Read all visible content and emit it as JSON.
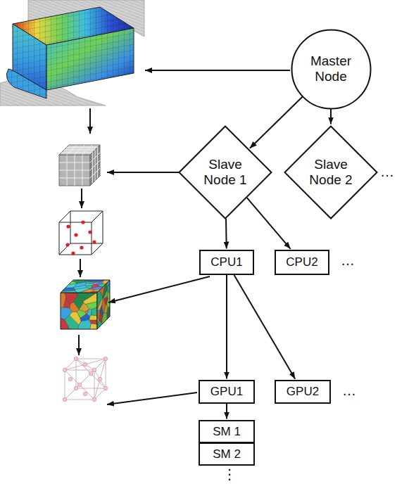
{
  "diagram": {
    "nodes": [
      {
        "text": [
          "Master Node"
        ]
      },
      {
        "text": [
          "Slave Node 1"
        ]
      },
      {
        "text": [
          "Slave Node 2"
        ]
      },
      {
        "text": [
          "CPU1"
        ]
      },
      {
        "text": [
          "CPU2"
        ]
      },
      {
        "text": [
          "GPU1"
        ]
      },
      {
        "text": [
          "GPU2"
        ]
      },
      {
        "text": [
          "SM 1"
        ]
      },
      {
        "text": [
          "SM 2"
        ]
      }
    ],
    "edges": [
      {
        "from": 0,
        "to": 1,
        "arrow": "to"
      },
      {
        "from": 0,
        "to": 2,
        "arrow": "to"
      },
      {
        "from": 1,
        "to": 3,
        "arrow": "to"
      },
      {
        "from": 1,
        "to": 4,
        "arrow": "to"
      },
      {
        "from": 3,
        "to": 5,
        "arrow": "to"
      },
      {
        "from": 3,
        "to": 6,
        "arrow": "to"
      },
      {
        "from": 5,
        "to": 7,
        "arrow": "to"
      }
    ],
    "labels": [
      "…",
      "…",
      "…",
      "⋮"
    ]
  }
}
